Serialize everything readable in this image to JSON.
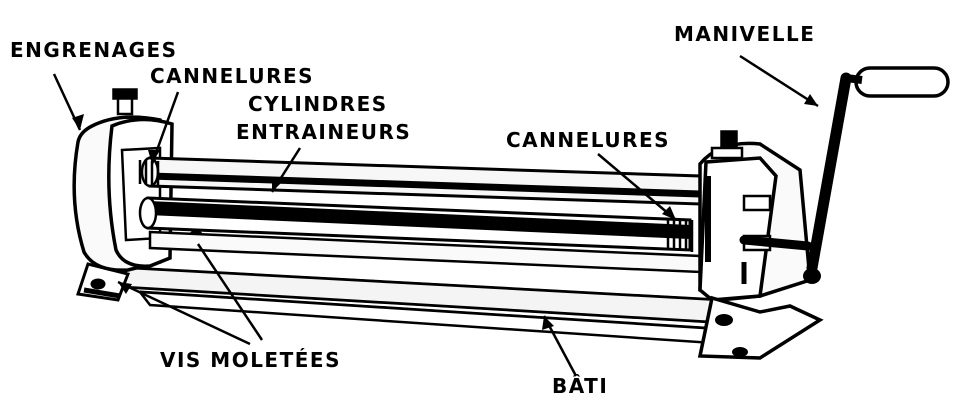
{
  "labels": {
    "engrenages": "ENGRENAGES",
    "cannelures_left": "CANNELURES",
    "cylindres": "CYLINDRES",
    "entraineurs": "ENTRAINEURS",
    "cannelures_right": "CANNELURES",
    "manivelle": "MANIVELLE",
    "vis_moletees": "VIS MOLETÉES",
    "bati": "BÂTI"
  },
  "colors": {
    "ink": "#000000",
    "paper": "#ffffff",
    "metal_light": "#f2f2f2",
    "metal_mid": "#d9d9d9",
    "metal_dark": "#4a4a4a"
  }
}
